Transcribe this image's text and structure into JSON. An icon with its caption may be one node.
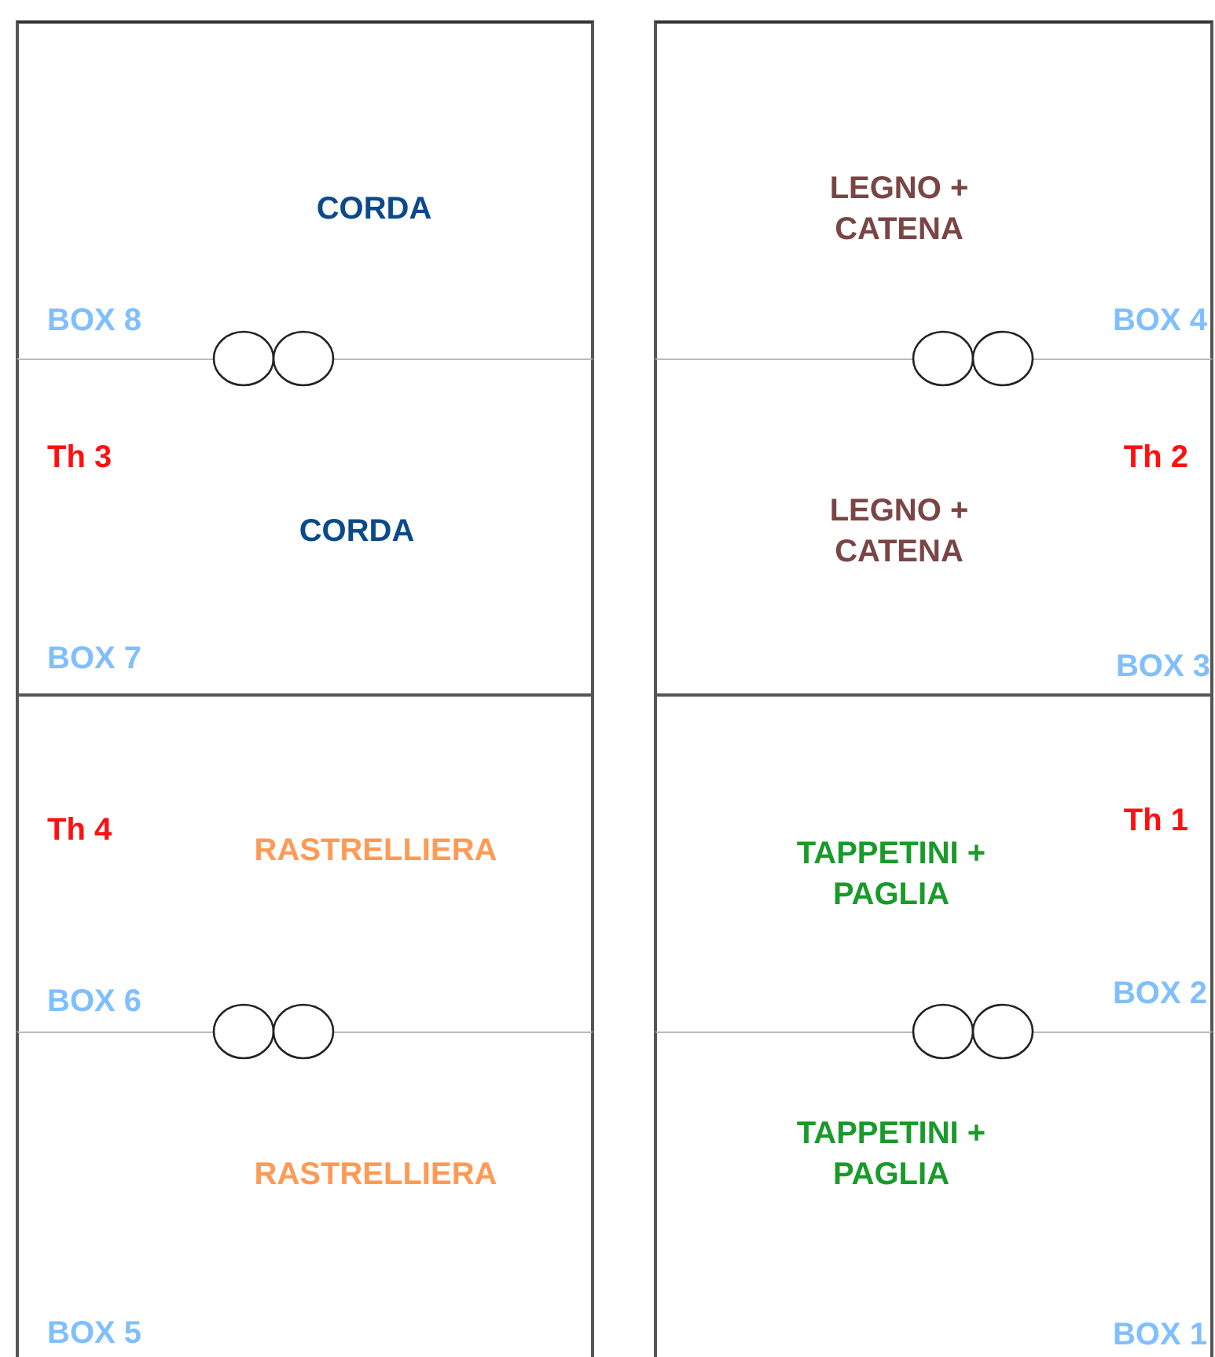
{
  "diagram": {
    "nodes": [
      {
        "text": [
          "CORDA",
          "BOX 8"
        ]
      },
      {
        "text": [
          "LEGNO + CATENA",
          "BOX 4"
        ]
      },
      {
        "text": [
          "Th 3",
          "CORDA",
          "BOX 7"
        ]
      },
      {
        "text": [
          "Th 2",
          "LEGNO + CATENA",
          "BOX 3"
        ]
      },
      {
        "text": [
          "Th 4",
          "RASTRELLIERA",
          "BOX 6"
        ]
      },
      {
        "text": [
          "Th 1",
          "TAPPETINI + PAGLIA",
          "BOX 2"
        ]
      },
      {
        "text": [
          "RASTRELLIERA",
          "BOX 5"
        ]
      },
      {
        "text": [
          "TAPPETINI + PAGLIA",
          "BOX 1"
        ]
      }
    ]
  }
}
